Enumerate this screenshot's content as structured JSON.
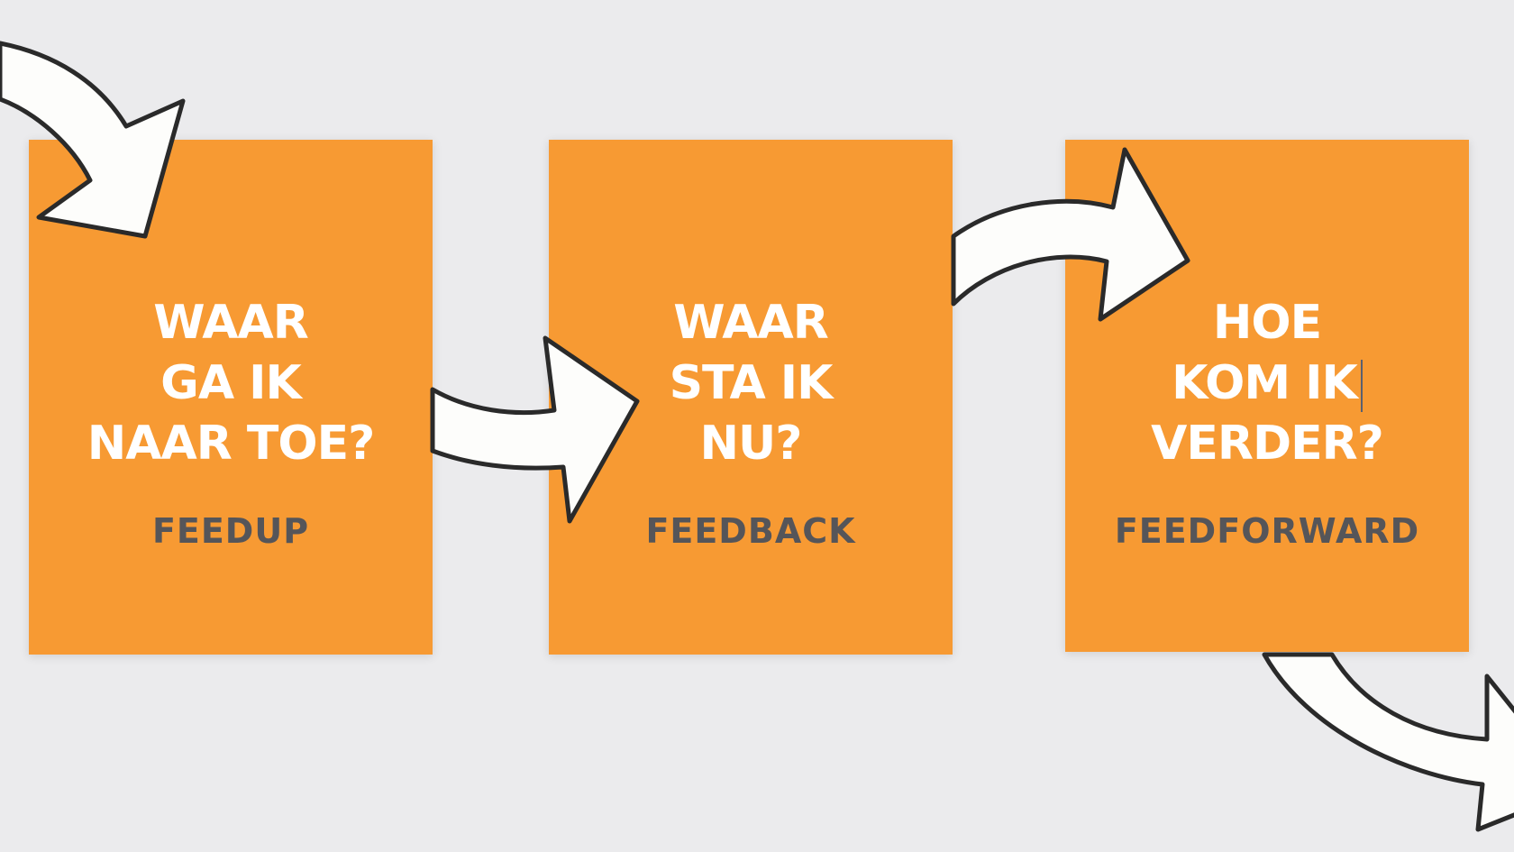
{
  "steps": [
    {
      "title_lines": [
        "WAAR",
        "GA IK",
        "NAAR TOE?"
      ],
      "label": "FEEDUP"
    },
    {
      "title_lines": [
        "WAAR",
        "STA IK",
        "NU?"
      ],
      "label": "FEEDBACK"
    },
    {
      "title_lines": [
        "HOE",
        "KOM IK",
        "VERDER?"
      ],
      "label": "FEEDFORWARD"
    }
  ],
  "colors": {
    "box": "#f79a33",
    "background": "#ebebed",
    "title": "#ffffff",
    "label": "#555559"
  }
}
